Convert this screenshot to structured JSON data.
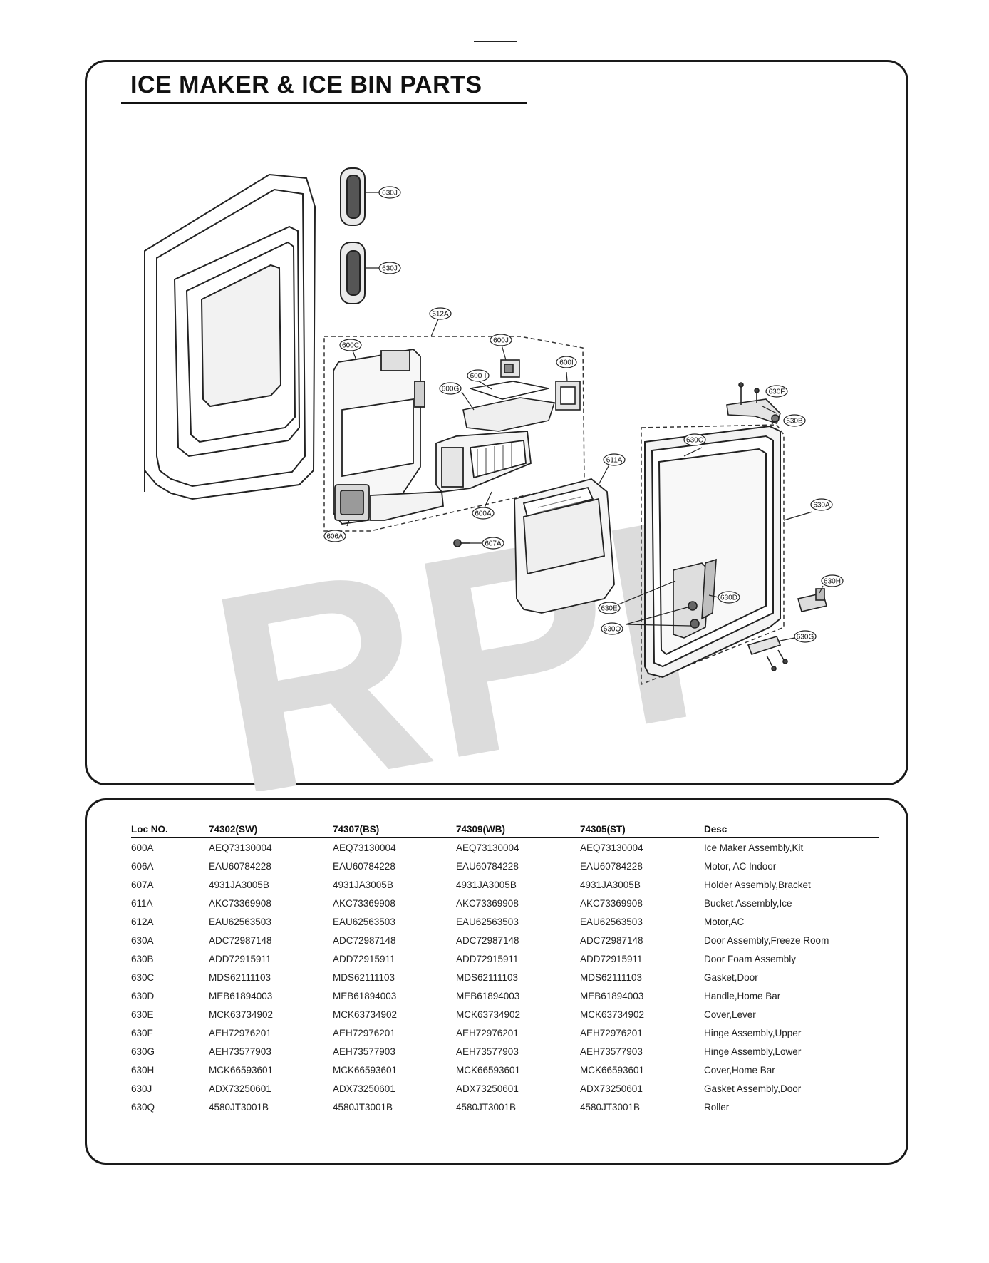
{
  "title": "ICE MAKER & ICE BIN PARTS",
  "watermark": "RPI",
  "callouts": {
    "c630J_top": "630J",
    "c630J_bottom": "630J",
    "c612A": "612A",
    "c600C": "600C",
    "c600J": "600J",
    "c600I_a": "600-I",
    "c600I_b": "600I",
    "c600G": "600G",
    "c606A": "606A",
    "c600A": "600A",
    "c607A": "607A",
    "c611A": "611A",
    "c630F": "630F",
    "c630B": "630B",
    "c630C": "630C",
    "c630A": "630A",
    "c630H": "630H",
    "c630D": "630D",
    "c630E": "630E",
    "c630Q": "630Q",
    "c630G": "630G"
  },
  "table": {
    "headers": [
      "Loc NO.",
      "74302(SW)",
      "74307(BS)",
      "74309(WB)",
      "74305(ST)",
      "Desc"
    ],
    "rows": [
      [
        "600A",
        "AEQ73130004",
        "AEQ73130004",
        "AEQ73130004",
        "AEQ73130004",
        "Ice Maker Assembly,Kit"
      ],
      [
        "606A",
        "EAU60784228",
        "EAU60784228",
        "EAU60784228",
        "EAU60784228",
        "Motor, AC Indoor"
      ],
      [
        "607A",
        "4931JA3005B",
        "4931JA3005B",
        "4931JA3005B",
        "4931JA3005B",
        "Holder Assembly,Bracket"
      ],
      [
        "611A",
        "AKC73369908",
        "AKC73369908",
        "AKC73369908",
        "AKC73369908",
        "Bucket Assembly,Ice"
      ],
      [
        "612A",
        "EAU62563503",
        "EAU62563503",
        "EAU62563503",
        "EAU62563503",
        "Motor,AC"
      ],
      [
        "630A",
        "ADC72987148",
        "ADC72987148",
        "ADC72987148",
        "ADC72987148",
        "Door Assembly,Freeze Room"
      ],
      [
        "630B",
        "ADD72915911",
        "ADD72915911",
        "ADD72915911",
        "ADD72915911",
        "Door Foam Assembly"
      ],
      [
        "630C",
        "MDS62111103",
        "MDS62111103",
        "MDS62111103",
        "MDS62111103",
        "Gasket,Door"
      ],
      [
        "630D",
        "MEB61894003",
        "MEB61894003",
        "MEB61894003",
        "MEB61894003",
        "Handle,Home Bar"
      ],
      [
        "630E",
        "MCK63734902",
        "MCK63734902",
        "MCK63734902",
        "MCK63734902",
        "Cover,Lever"
      ],
      [
        "630F",
        "AEH72976201",
        "AEH72976201",
        "AEH72976201",
        "AEH72976201",
        "Hinge Assembly,Upper"
      ],
      [
        "630G",
        "AEH73577903",
        "AEH73577903",
        "AEH73577903",
        "AEH73577903",
        "Hinge Assembly,Lower"
      ],
      [
        "630H",
        "MCK66593601",
        "MCK66593601",
        "MCK66593601",
        "MCK66593601",
        "Cover,Home Bar"
      ],
      [
        "630J",
        "ADX73250601",
        "ADX73250601",
        "ADX73250601",
        "ADX73250601",
        "Gasket Assembly,Door"
      ],
      [
        "630Q",
        "4580JT3001B",
        "4580JT3001B",
        "4580JT3001B",
        "4580JT3001B",
        "Roller"
      ]
    ]
  }
}
